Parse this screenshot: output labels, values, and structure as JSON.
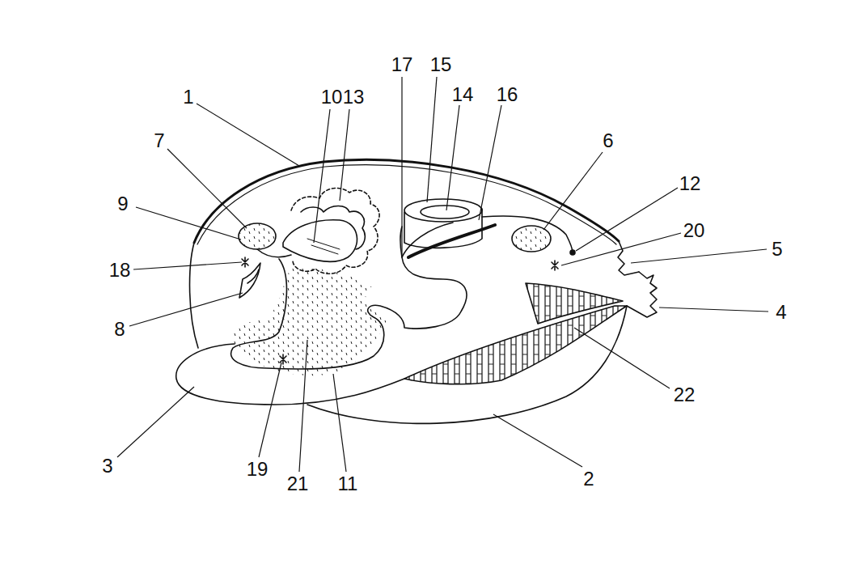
{
  "diagram": {
    "labels": [
      "17",
      "15",
      "14",
      "16",
      "10",
      "13",
      "1",
      "7",
      "9",
      "6",
      "12",
      "20",
      "5",
      "4",
      "18",
      "8",
      "22",
      "19",
      "21",
      "11",
      "3",
      "2"
    ]
  }
}
